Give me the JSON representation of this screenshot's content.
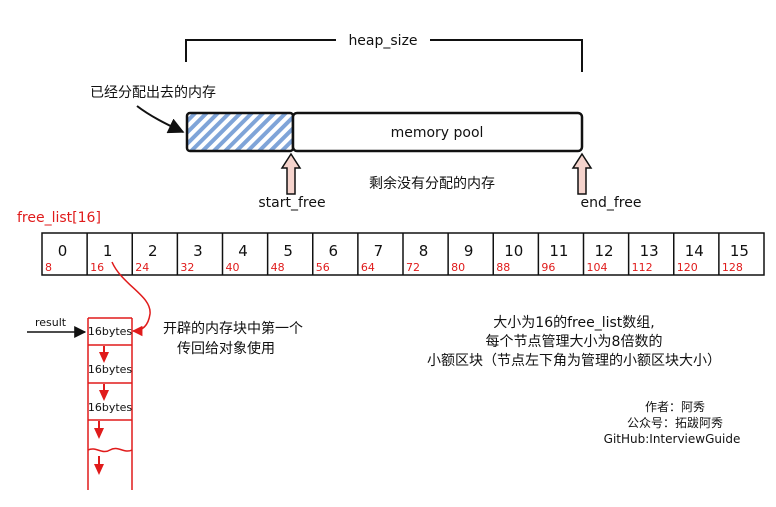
{
  "heap": {
    "size_label": "heap_size",
    "allocated_label": "已经分配出去的内存",
    "pool_label": "memory pool",
    "start_label": "start_free",
    "end_label": "end_free",
    "remaining_label": "剩余没有分配的内存"
  },
  "free_list": {
    "title": "free_list[16]",
    "cells": [
      {
        "index": "0",
        "size": "8"
      },
      {
        "index": "1",
        "size": "16"
      },
      {
        "index": "2",
        "size": "24"
      },
      {
        "index": "3",
        "size": "32"
      },
      {
        "index": "4",
        "size": "40"
      },
      {
        "index": "5",
        "size": "48"
      },
      {
        "index": "6",
        "size": "56"
      },
      {
        "index": "7",
        "size": "64"
      },
      {
        "index": "8",
        "size": "72"
      },
      {
        "index": "9",
        "size": "80"
      },
      {
        "index": "10",
        "size": "88"
      },
      {
        "index": "11",
        "size": "96"
      },
      {
        "index": "12",
        "size": "104"
      },
      {
        "index": "13",
        "size": "112"
      },
      {
        "index": "14",
        "size": "120"
      },
      {
        "index": "15",
        "size": "128"
      }
    ]
  },
  "chain": {
    "result_label": "result",
    "block_labels": [
      "16bytes",
      "16bytes",
      "16bytes"
    ],
    "note_lines": [
      "开辟的内存块中第一个",
      "传回给对象使用"
    ]
  },
  "description": {
    "lines": [
      "大小为16的free_list数组,",
      "每个节点管理大小为8倍数的",
      "小额区块（节点左下角为管理的小额区块大小）"
    ]
  },
  "credits": {
    "lines": [
      "作者：阿秀",
      "公众号：拓跋阿秀",
      "GitHub:InterviewGuide"
    ]
  },
  "colors": {
    "ink": "#111111",
    "red": "#e01b1b",
    "hatch": "#7fa4d8",
    "arrow_fill": "#f5d3cc"
  }
}
